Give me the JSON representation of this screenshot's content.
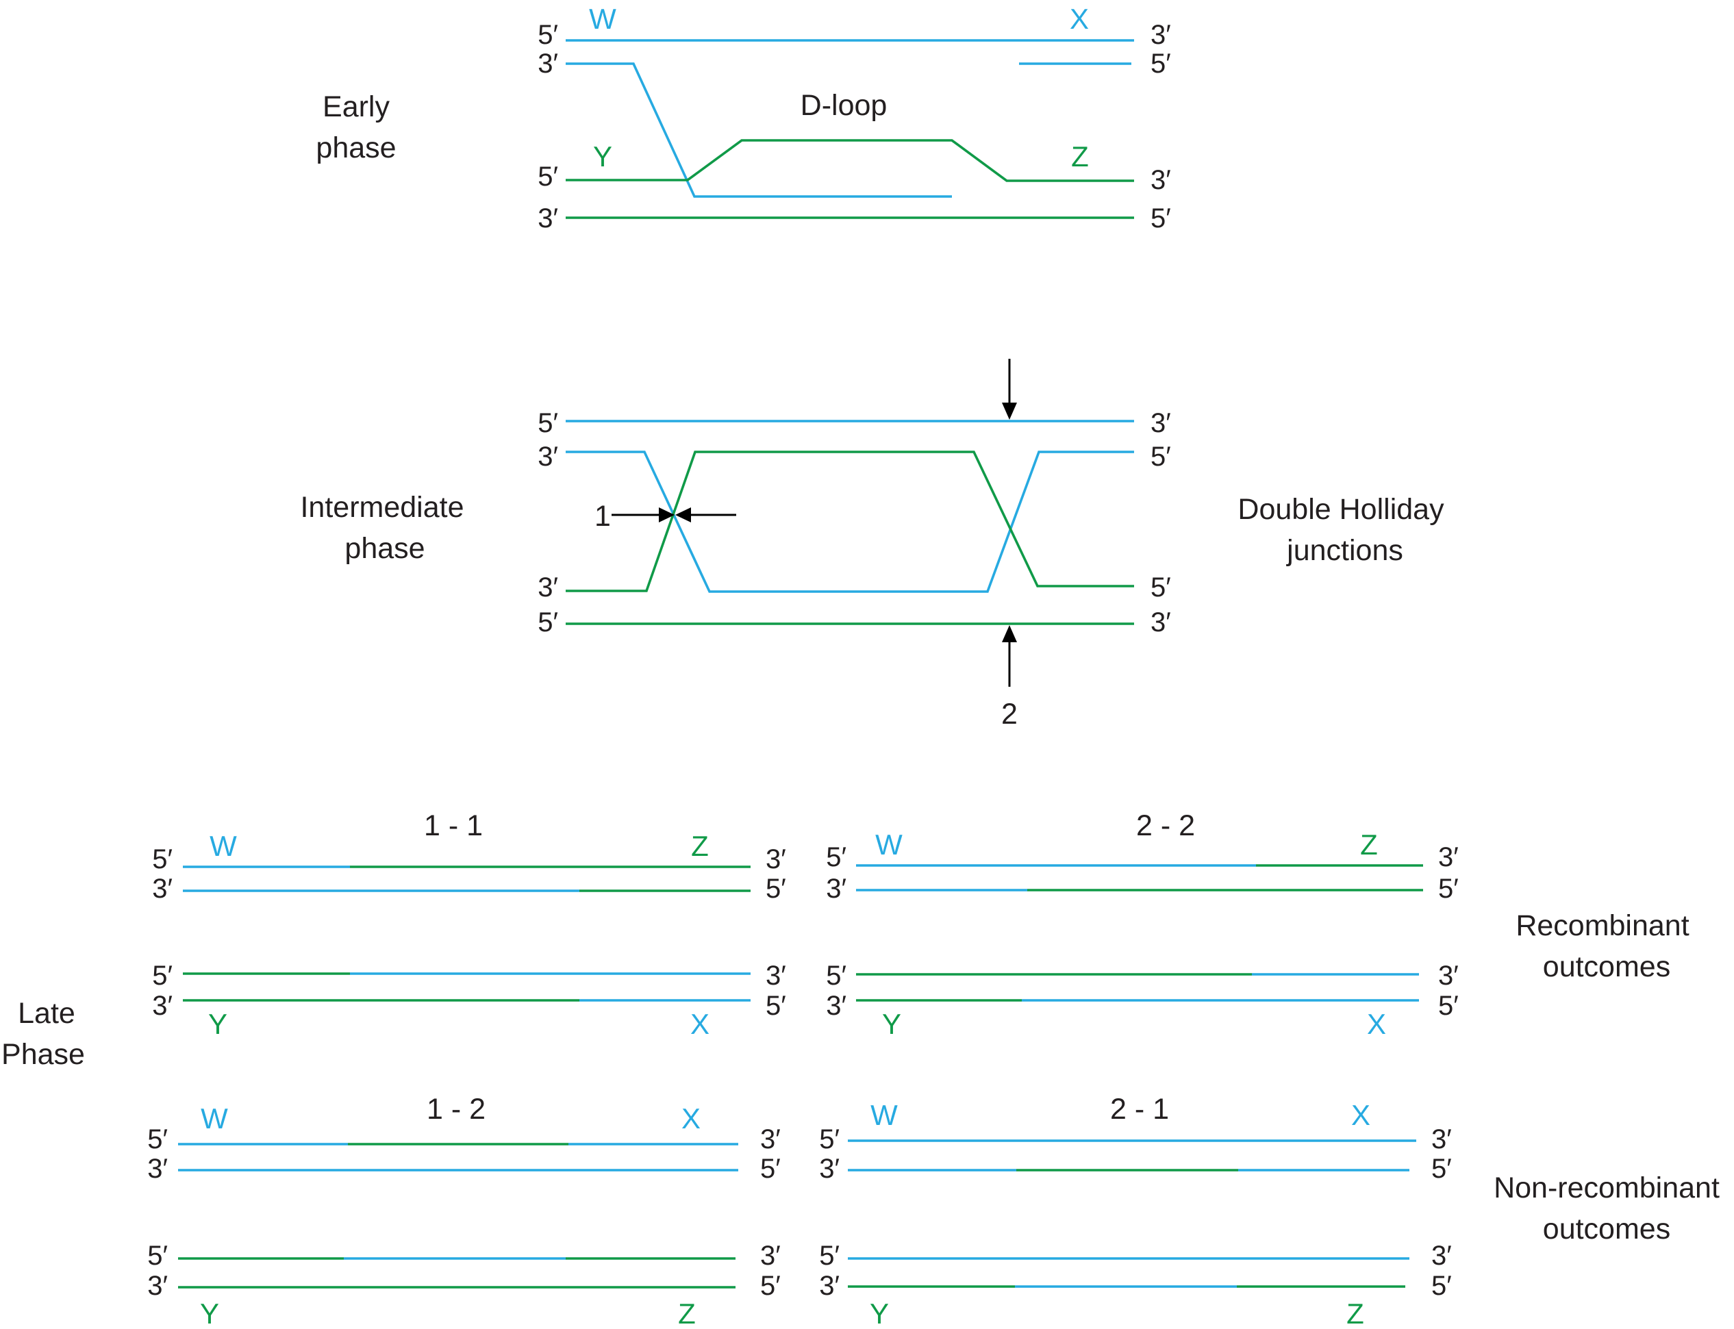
{
  "colors": {
    "blue": "#27aae1",
    "green": "#109a48",
    "text": "#231f20",
    "arrow": "#000000"
  },
  "ends": {
    "five": "5′",
    "three": "3′"
  },
  "early": {
    "phase_line1": "Early",
    "phase_line2": "phase",
    "dloop_label": "D-loop",
    "w": "W",
    "x": "X",
    "y": "Y",
    "z": "Z"
  },
  "intermediate": {
    "phase_line1": "Intermediate",
    "phase_line2": "phase",
    "junction_line1": "Double Holliday",
    "junction_line2": "junctions",
    "cut1": "1",
    "cut2": "2"
  },
  "late": {
    "phase_line1": "Late",
    "phase_line2": "Phase",
    "recombinant_line1": "Recombinant",
    "recombinant_line2": "outcomes",
    "nonrecombinant_line1": "Non-recombinant",
    "nonrecombinant_line2": "outcomes",
    "panels": [
      {
        "title": "1 - 1",
        "top_left": "W",
        "top_right": "Z",
        "bottom_left": "Y",
        "bottom_right": "X"
      },
      {
        "title": "2 - 2",
        "top_left": "W",
        "top_right": "Z",
        "bottom_left": "Y",
        "bottom_right": "X"
      },
      {
        "title": "1 - 2",
        "top_left": "W",
        "top_right": "X",
        "bottom_left": "Y",
        "bottom_right": "Z"
      },
      {
        "title": "2 - 1",
        "top_left": "W",
        "top_right": "X",
        "bottom_left": "Y",
        "bottom_right": "Z"
      }
    ]
  }
}
